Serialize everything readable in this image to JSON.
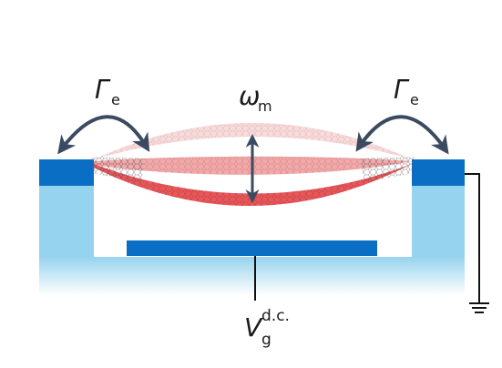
{
  "labels": {
    "gamma_left_symbol": "Γ",
    "gamma_left_sub": "e",
    "gamma_right_symbol": "Γ",
    "gamma_right_sub": "e",
    "omega_symbol": "ω",
    "omega_sub": "m",
    "voltage_symbol": "V",
    "voltage_sub": "g",
    "voltage_sup": "d.c."
  },
  "colors": {
    "electrode_dark": "#0a6fc4",
    "substrate_light": "#96d3ee",
    "membrane_red": "#e8575a",
    "membrane_mid": "#ef9a9b",
    "membrane_faint": "#f6cfcf",
    "arrow": "#3a4a60",
    "wire": "#111111"
  },
  "icons": {
    "ground": "ground-symbol-icon",
    "double_arrow": "vibration-double-arrow-icon",
    "curved_arrow": "energy-loss-curved-arrow-icon"
  }
}
